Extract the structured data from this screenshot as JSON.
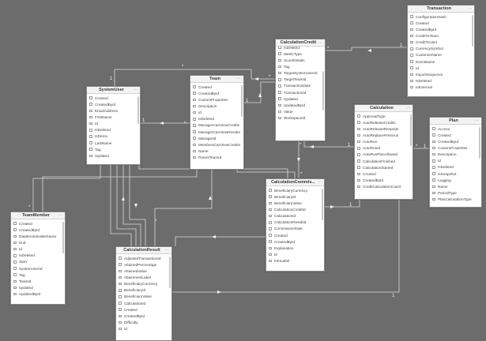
{
  "tables": {
    "transaction": {
      "title": "Transaction",
      "fields": [
        "ConfigurationHash",
        "Created",
        "CreatedById",
        "CreditToTeam",
        "CreditToUser",
        "CurrencySymbol",
        "CustomerName",
        "EventName",
        "Id",
        "ImportSequence",
        "IsDeleted",
        "IsExternal"
      ]
    },
    "calculation_credit": {
      "title": "CalculationCredit",
      "fields": [
        "IsDeleted",
        "MetricType",
        "ScoreDetails",
        "Tag",
        "TargetSystemUserId",
        "TargetTeamId",
        "TransactionDate",
        "TransactionId",
        "Updated",
        "UpdatedById",
        "Value",
        "WorkspaceId"
      ]
    },
    "system_user": {
      "title": "SystemUser",
      "fields": [
        "Created",
        "CreatedById",
        "EmailAddress",
        "FirstName",
        "Id",
        "IsDeleted",
        "IsDemo",
        "LastName",
        "Tag",
        "Updated"
      ]
    },
    "team": {
      "title": "Team",
      "fields": [
        "Created",
        "CreatedById",
        "CustomProperties",
        "Description",
        "Id",
        "IsDeleted",
        "ManagerCanViewCredits",
        "ManagerCanViewResults",
        "ManagerId",
        "MembersCanViewCredits",
        "Name",
        "ParentTeamId"
      ]
    },
    "calculation": {
      "title": "Calculation",
      "fields": [
        "ApprovalType",
        "AutoReleaseCredits",
        "AutoReleaseRewards",
        "AutoReplacePrevious",
        "AutoRun",
        "AutoRunId",
        "AutoRunPlanAllowed",
        "CalculationFinished",
        "CalculationStarted",
        "Created",
        "CreatedById",
        "CreditCalculationCount"
      ]
    },
    "plan": {
      "title": "Plan",
      "fields": [
        "Access",
        "Created",
        "CreatedById",
        "CustomProperties",
        "Description",
        "Id",
        "IsDeleted",
        "IsSnapshot",
        "Logging",
        "Name",
        "PeriodType",
        "PlanCalculationType"
      ]
    },
    "calculation_commission": {
      "title": "CalculationCommis...",
      "fields": [
        "BeneficiaryCurrency",
        "BeneficiaryId",
        "BeneficiaryValue",
        "CalculationCreditId",
        "CalculationId",
        "CalculationResultId",
        "CommissionRate",
        "Created",
        "CreatedById",
        "Explanation",
        "Id",
        "InfoLabel"
      ]
    },
    "team_member": {
      "title": "TeamMember",
      "fields": [
        "Created",
        "CreatedById",
        "DataEvolutionBehavior",
        "End",
        "Id",
        "IsDeleted",
        "Start",
        "SystemUserId",
        "Tag",
        "TeamId",
        "Updated",
        "UpdatedById"
      ]
    },
    "calculation_result": {
      "title": "CalculationResult",
      "fields": [
        "AdjustedTransactionId",
        "AttainedPercentage",
        "AttainedValue",
        "AttainmentLabel",
        "BeneficiaryCurrency",
        "BeneficiaryId",
        "BeneficiaryValue",
        "CalculationId",
        "Created",
        "CreatedById",
        "Difficulty",
        "Id"
      ]
    }
  },
  "relationship_markers": {
    "one": "1",
    "many": "*"
  },
  "colors": {
    "canvas": "#6c6c6c",
    "card": "#ffffff",
    "header": "#f3f3f3",
    "line": "#d8d8d8"
  }
}
